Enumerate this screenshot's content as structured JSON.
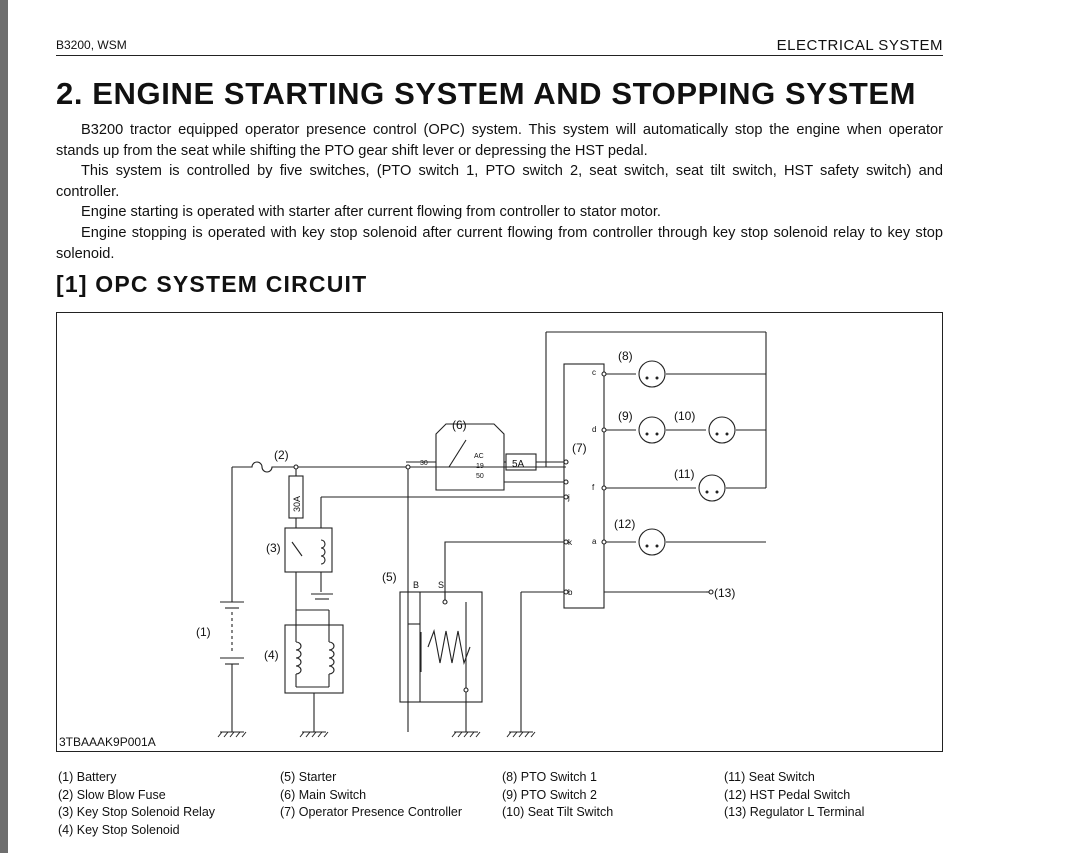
{
  "header": {
    "left": "B3200, WSM",
    "right": "ELECTRICAL  SYSTEM"
  },
  "title": "2.  ENGINE STARTING SYSTEM AND STOPPING SYSTEM",
  "paragraphs": [
    "B3200 tractor equipped operator presence control (OPC) system.  This system will automatically stop the engine when operator stands up from the seat while shifting the PTO gear shift lever or depressing the HST pedal.",
    "This system is controlled by five switches, (PTO switch 1, PTO switch 2, seat switch, seat tilt switch, HST safety switch) and controller.",
    "Engine starting is operated with starter after current flowing from controller to stator motor.",
    "Engine stopping is operated with key stop solenoid after current flowing from controller through key stop solenoid relay to key stop solenoid."
  ],
  "subtitle": "[1]  OPC  SYSTEM  CIRCUIT",
  "diagram": {
    "code": "3TBAAAK9P001A",
    "callouts": [
      "(1)",
      "(2)",
      "(3)",
      "(4)",
      "(5)",
      "(6)",
      "(7)",
      "(8)",
      "(9)",
      "(10)",
      "(11)",
      "(12)",
      "(13)"
    ],
    "fuse_label": "5A",
    "slow_blow_label": "30A",
    "terminal_30": "30",
    "terminal_ac": "AC",
    "terminal_19": "19",
    "terminal_50": "50",
    "terminal_b": "B",
    "terminal_s": "S",
    "controller_pins": [
      "c",
      "d",
      "f",
      "a",
      "j",
      "k",
      "b"
    ]
  },
  "legend": [
    [
      "(1)  Battery",
      "(2)  Slow Blow Fuse",
      "(3)  Key Stop Solenoid Relay",
      "(4)  Key Stop Solenoid"
    ],
    [
      "(5)  Starter",
      "(6)  Main Switch",
      "(7)  Operator Presence Controller"
    ],
    [
      "(8)  PTO Switch 1",
      "(9)  PTO Switch 2",
      "(10) Seat Tilt Switch"
    ],
    [
      "(11) Seat Switch",
      "(12) HST Pedal Switch",
      "(13) Regulator L Terminal"
    ]
  ]
}
